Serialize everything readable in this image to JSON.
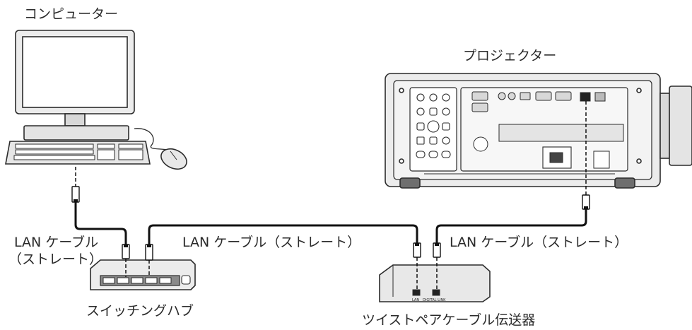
{
  "labels": {
    "computer": "コンピューター",
    "projector": "プロジェクター",
    "lan_cable_left_1": "LAN ケーブル",
    "lan_cable_left_2": "（ストレート）",
    "lan_cable_middle": "LAN ケーブル（ストレート）",
    "lan_cable_right": "LAN ケーブル（ストレート）",
    "switching_hub": "スイッチングハブ",
    "transmitter": "ツイストペアケーブル伝送器",
    "tx_port_lan": "LAN",
    "tx_port_digital_link": "DIGITAL LINK"
  },
  "icons": {
    "computer": "desktop-computer-icon",
    "projector": "projector-icon",
    "hub": "network-switch-icon",
    "transmitter": "twisted-pair-transmitter-icon"
  },
  "colors": {
    "line": "#2b2b2b",
    "fill_light": "#ececec",
    "fill_mid": "#d8d8d8",
    "fill_dark": "#8a8a8a",
    "cable": "#111111"
  }
}
